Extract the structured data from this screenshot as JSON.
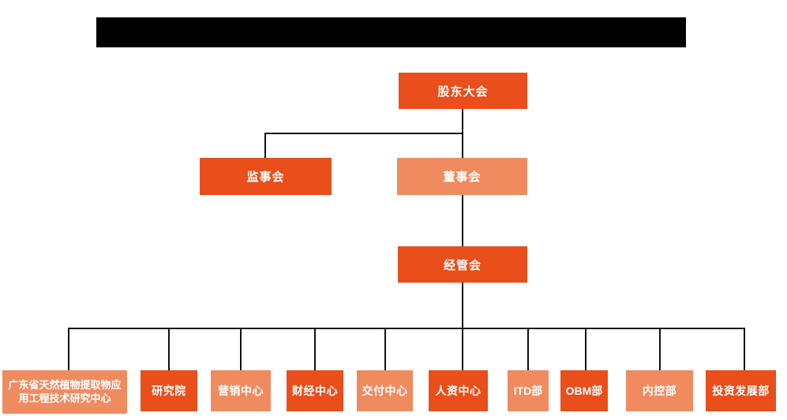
{
  "page": {
    "background": "#ffffff",
    "redacted_title_bar": true
  },
  "palette": {
    "dark_orange": "#E94E1B",
    "light_orange": "#F08B60",
    "connector_line": "#111111",
    "node_text": "#ffffff",
    "redaction": "#000000"
  },
  "org_chart": {
    "type": "org-chart",
    "root": {
      "label": "股东大会",
      "variant": "dark"
    },
    "level2": [
      {
        "label": "监事会",
        "variant": "dark"
      },
      {
        "label": "董事会",
        "variant": "light"
      }
    ],
    "level3": {
      "label": "经管会",
      "variant": "dark"
    },
    "departments": [
      {
        "label": "广东省天然植物提取物应用工程技术研究中心",
        "variant": "light"
      },
      {
        "label": "研究院",
        "variant": "dark"
      },
      {
        "label": "营销中心",
        "variant": "light"
      },
      {
        "label": "财经中心",
        "variant": "dark"
      },
      {
        "label": "交付中心",
        "variant": "light"
      },
      {
        "label": "人资中心",
        "variant": "dark"
      },
      {
        "label": "ITD部",
        "variant": "light"
      },
      {
        "label": "OBM部",
        "variant": "dark"
      },
      {
        "label": "内控部",
        "variant": "light"
      },
      {
        "label": "投资发展部",
        "variant": "dark"
      }
    ]
  }
}
